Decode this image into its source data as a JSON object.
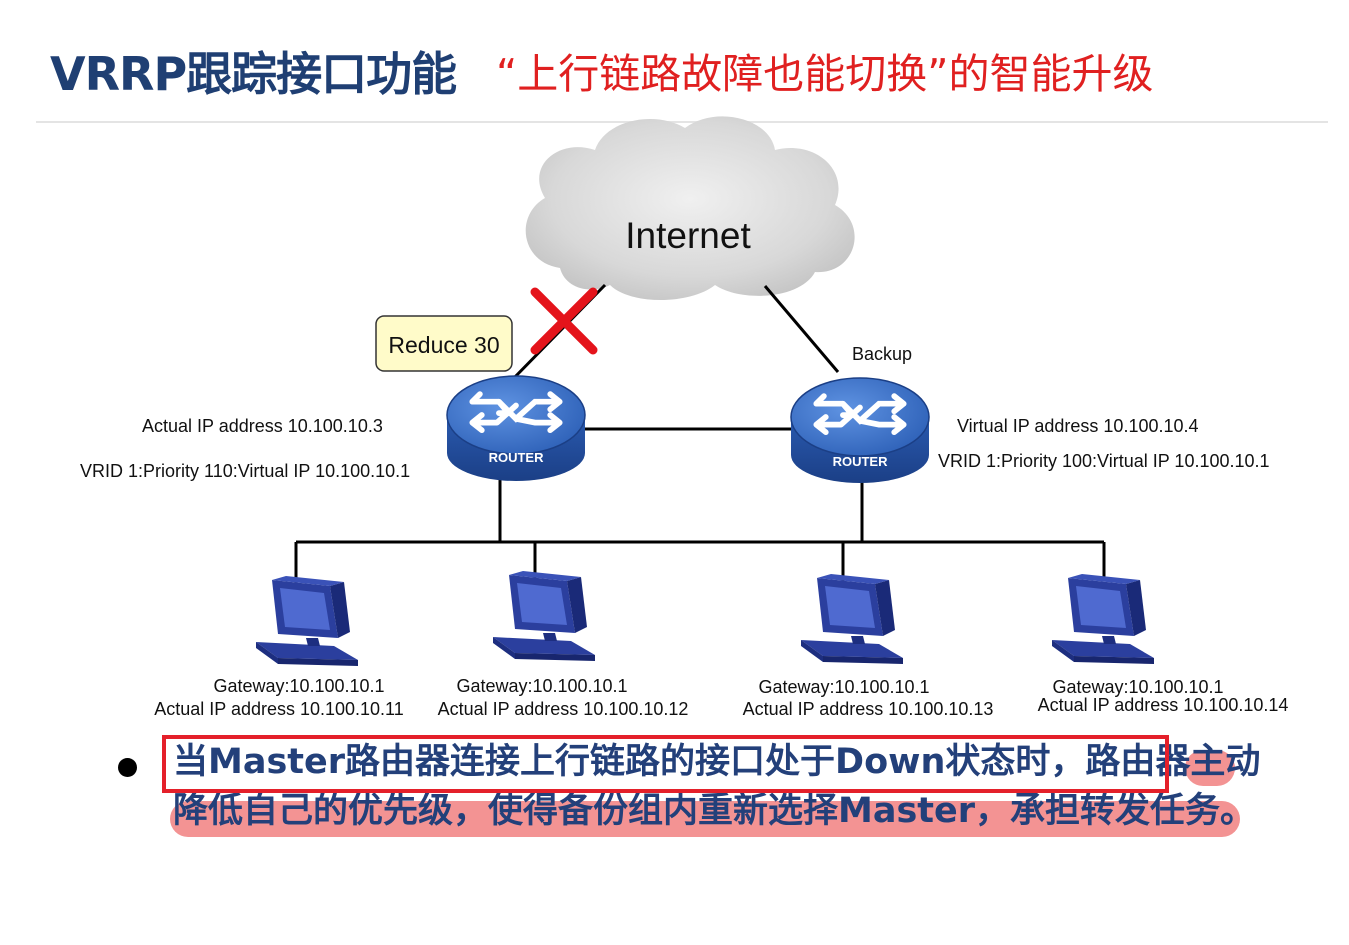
{
  "title": {
    "main": "VRRP跟踪接口功能",
    "subtitle": "“上行链路故障也能切换”的智能升级"
  },
  "diagram": {
    "cloud_label": "Internet",
    "reduce_label": "Reduce 30",
    "backup_label": "Backup",
    "router_text": "ROUTER",
    "master": {
      "actual_ip": "Actual IP address 10.100.10.3",
      "vrid": "VRID 1:Priority 110:Virtual IP  10.100.10.1"
    },
    "backup": {
      "virtual_ip": "Virtual IP address 10.100.10.4",
      "vrid": "VRID 1:Priority 100:Virtual IP  10.100.10.1"
    },
    "hosts": [
      {
        "gateway": "Gateway:10.100.10.1",
        "actual_ip": "Actual IP address 10.100.10.11"
      },
      {
        "gateway": "Gateway:10.100.10.1",
        "actual_ip": "Actual IP address 10.100.10.12"
      },
      {
        "gateway": "Gateway:10.100.10.1",
        "actual_ip": "Actual IP address 10.100.10.13"
      },
      {
        "gateway": "Gateway:10.100.10.1",
        "actual_ip": "Actual IP address 10.100.10.14"
      }
    ]
  },
  "bullet": {
    "part1": "当Master路由器连接上行链路的接口处于Down状态时，",
    "part2": "路由器主动降低自己的优先级，使得备份组内重新选择Master，承担转发任务。"
  },
  "colors": {
    "title_blue": "#1f3f73",
    "subtitle_red": "#e02020",
    "router_blue": "#2e62b8",
    "host_blue": "#2b3f9e",
    "highlight_red": "#e4202a",
    "reduce_fill": "#fffbc9"
  }
}
